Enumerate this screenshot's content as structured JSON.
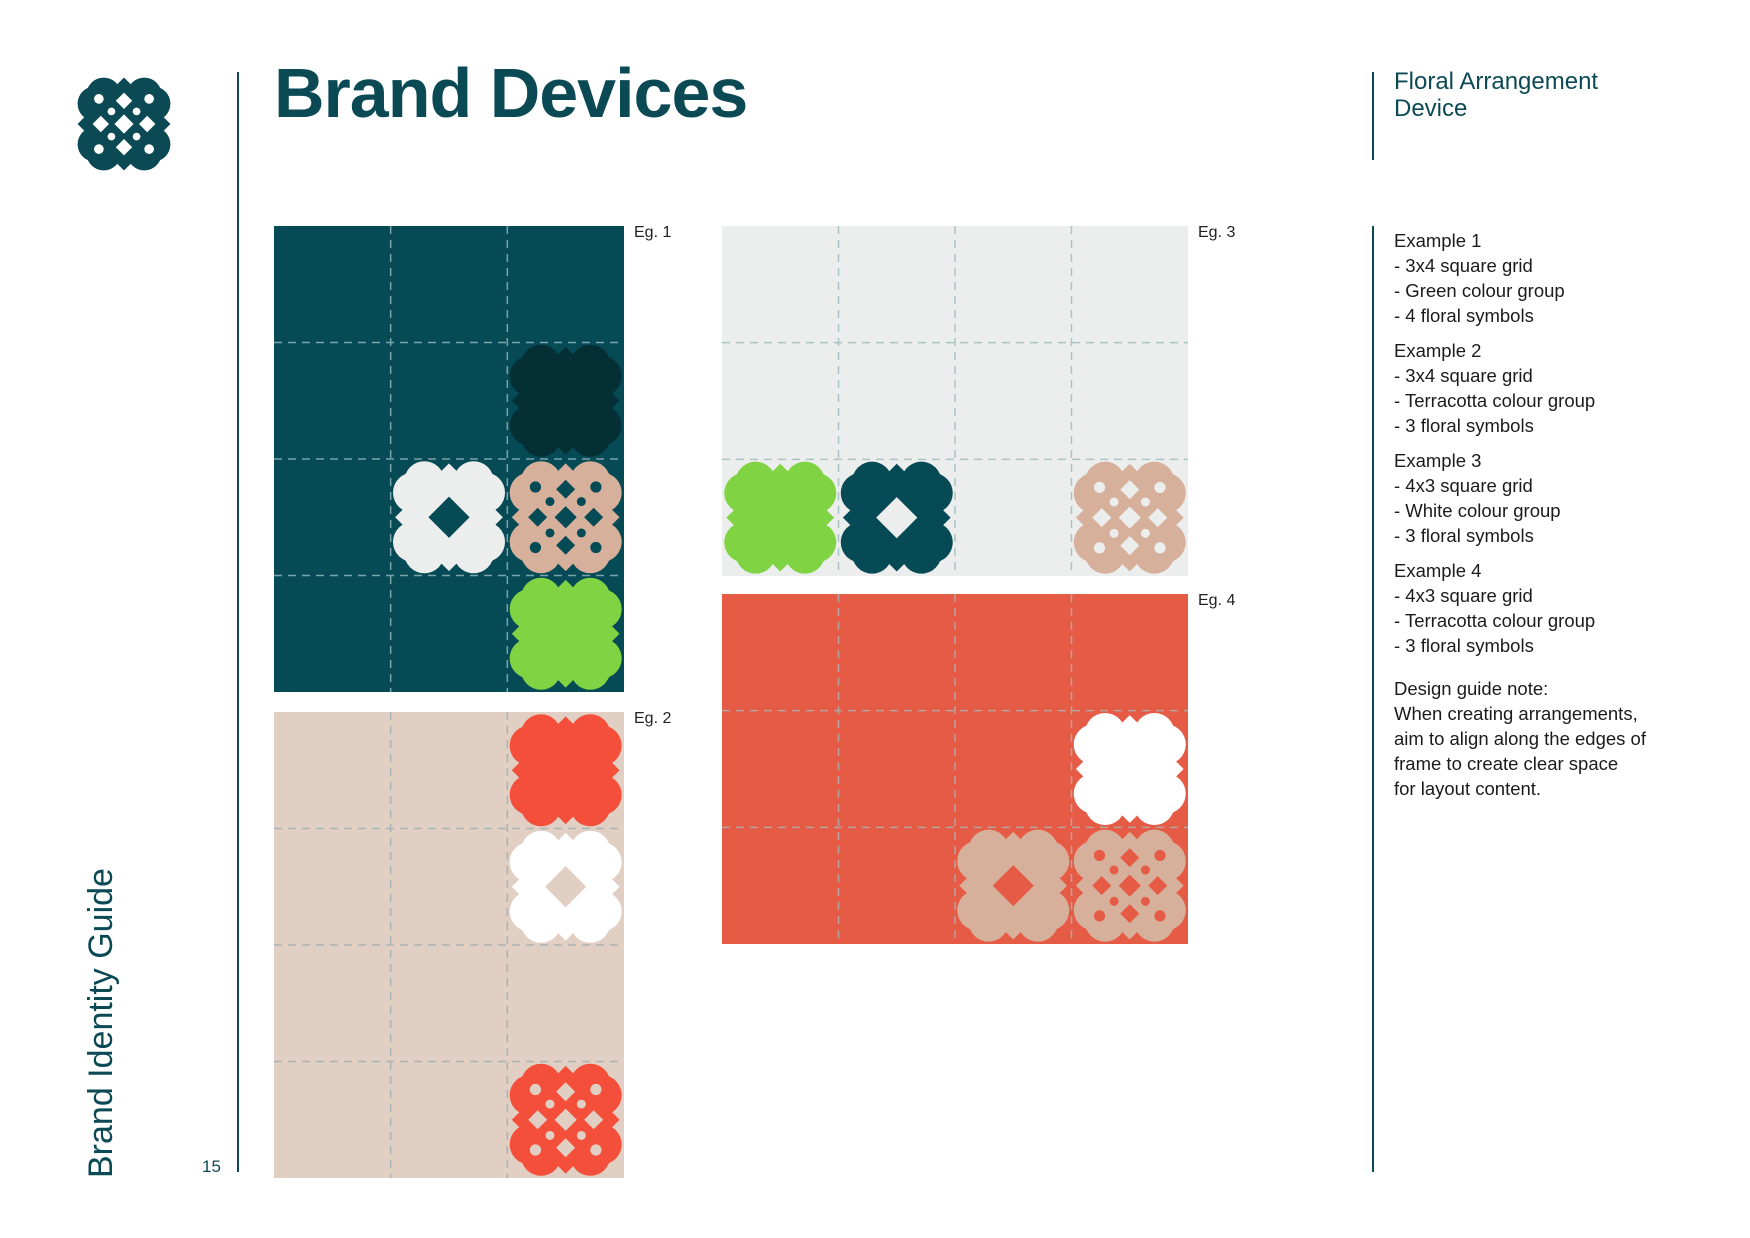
{
  "header": {
    "title": "Brand Devices",
    "section": "Floral Arrangement Device",
    "vertical_label": "Brand Identity Guide",
    "page_number": "15"
  },
  "colors": {
    "teal": "#054a55",
    "dark_teal": "#032f35",
    "sand": "#e0cfc2",
    "tan": "#d7b09c",
    "light_grey": "#eceeed",
    "lime": "#80d343",
    "red": "#f44f3b",
    "terracotta": "#e55b45",
    "white": "#ffffff"
  },
  "examples": [
    {
      "label": "Eg. 1",
      "cols": 3,
      "rows": 4,
      "background": "#054a55",
      "gridline": "#7aa3aa",
      "symbols": [
        {
          "col": 2,
          "row": 1,
          "style": "solid",
          "color": "#032f35"
        },
        {
          "col": 1,
          "row": 2,
          "style": "diamond",
          "color": "#eceeed"
        },
        {
          "col": 2,
          "row": 2,
          "style": "knot",
          "color": "#d7b09c"
        },
        {
          "col": 2,
          "row": 3,
          "style": "solid",
          "color": "#80d343"
        }
      ]
    },
    {
      "label": "Eg. 2",
      "cols": 3,
      "rows": 4,
      "background": "#e0cfc2",
      "gridline": "#a9b4b6",
      "symbols": [
        {
          "col": 2,
          "row": 0,
          "style": "solid",
          "color": "#f44f3b"
        },
        {
          "col": 2,
          "row": 1,
          "style": "diamond",
          "color": "#ffffff"
        },
        {
          "col": 2,
          "row": 3,
          "style": "knot",
          "color": "#f44f3b"
        }
      ]
    },
    {
      "label": "Eg. 3",
      "cols": 4,
      "rows": 3,
      "background": "#eceeed",
      "gridline": "#a9c3c6",
      "symbols": [
        {
          "col": 0,
          "row": 2,
          "style": "solid",
          "color": "#80d343"
        },
        {
          "col": 1,
          "row": 2,
          "style": "diamond",
          "color": "#054a55"
        },
        {
          "col": 3,
          "row": 2,
          "style": "knot",
          "color": "#d7b09c"
        }
      ]
    },
    {
      "label": "Eg. 4",
      "cols": 4,
      "rows": 3,
      "background": "#e55b45",
      "gridline": "#b9a3a0",
      "symbols": [
        {
          "col": 3,
          "row": 1,
          "style": "solid",
          "color": "#ffffff"
        },
        {
          "col": 2,
          "row": 2,
          "style": "diamond",
          "color": "#d7b09c"
        },
        {
          "col": 3,
          "row": 2,
          "style": "knot",
          "color": "#d7b09c"
        }
      ]
    }
  ],
  "notes": [
    {
      "heading": "Example 1",
      "lines": [
        "- 3x4 square grid",
        "- Green colour group",
        "- 4 floral symbols"
      ]
    },
    {
      "heading": "Example 2",
      "lines": [
        "- 3x4 square grid",
        "- Terracotta colour group",
        "- 3 floral symbols"
      ]
    },
    {
      "heading": "Example 3",
      "lines": [
        "- 4x3 square grid",
        "- White colour group",
        "- 3 floral symbols"
      ]
    },
    {
      "heading": "Example 4",
      "lines": [
        "- 4x3 square grid",
        "- Terracotta colour group",
        "- 3 floral symbols"
      ]
    }
  ],
  "design_note": {
    "heading": "Design guide note:",
    "lines": [
      "When creating arrangements,",
      "aim to align along the edges of",
      "frame to create clear space",
      "for layout content."
    ]
  }
}
